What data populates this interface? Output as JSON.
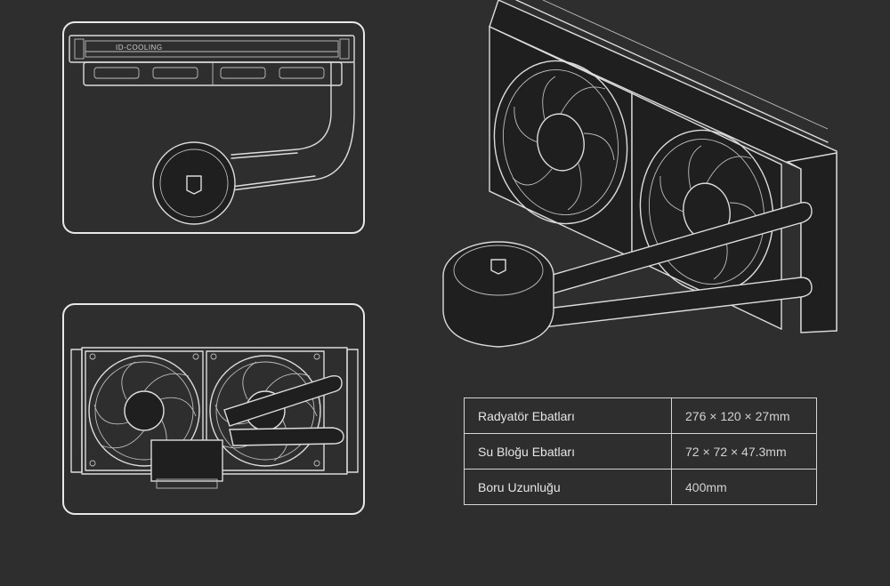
{
  "brand": {
    "logo_text": "ID-COOLING"
  },
  "specs": {
    "rows": [
      {
        "label": "Radyatör Ebatları",
        "value": "276 × 120 × 27mm"
      },
      {
        "label": "Su Bloğu Ebatları",
        "value": "72 × 72 × 47.3mm"
      },
      {
        "label": "Boru Uzunluğu",
        "value": "400mm"
      }
    ]
  },
  "colors": {
    "background": "#2e2e2e",
    "line": "#dcdcdc"
  }
}
